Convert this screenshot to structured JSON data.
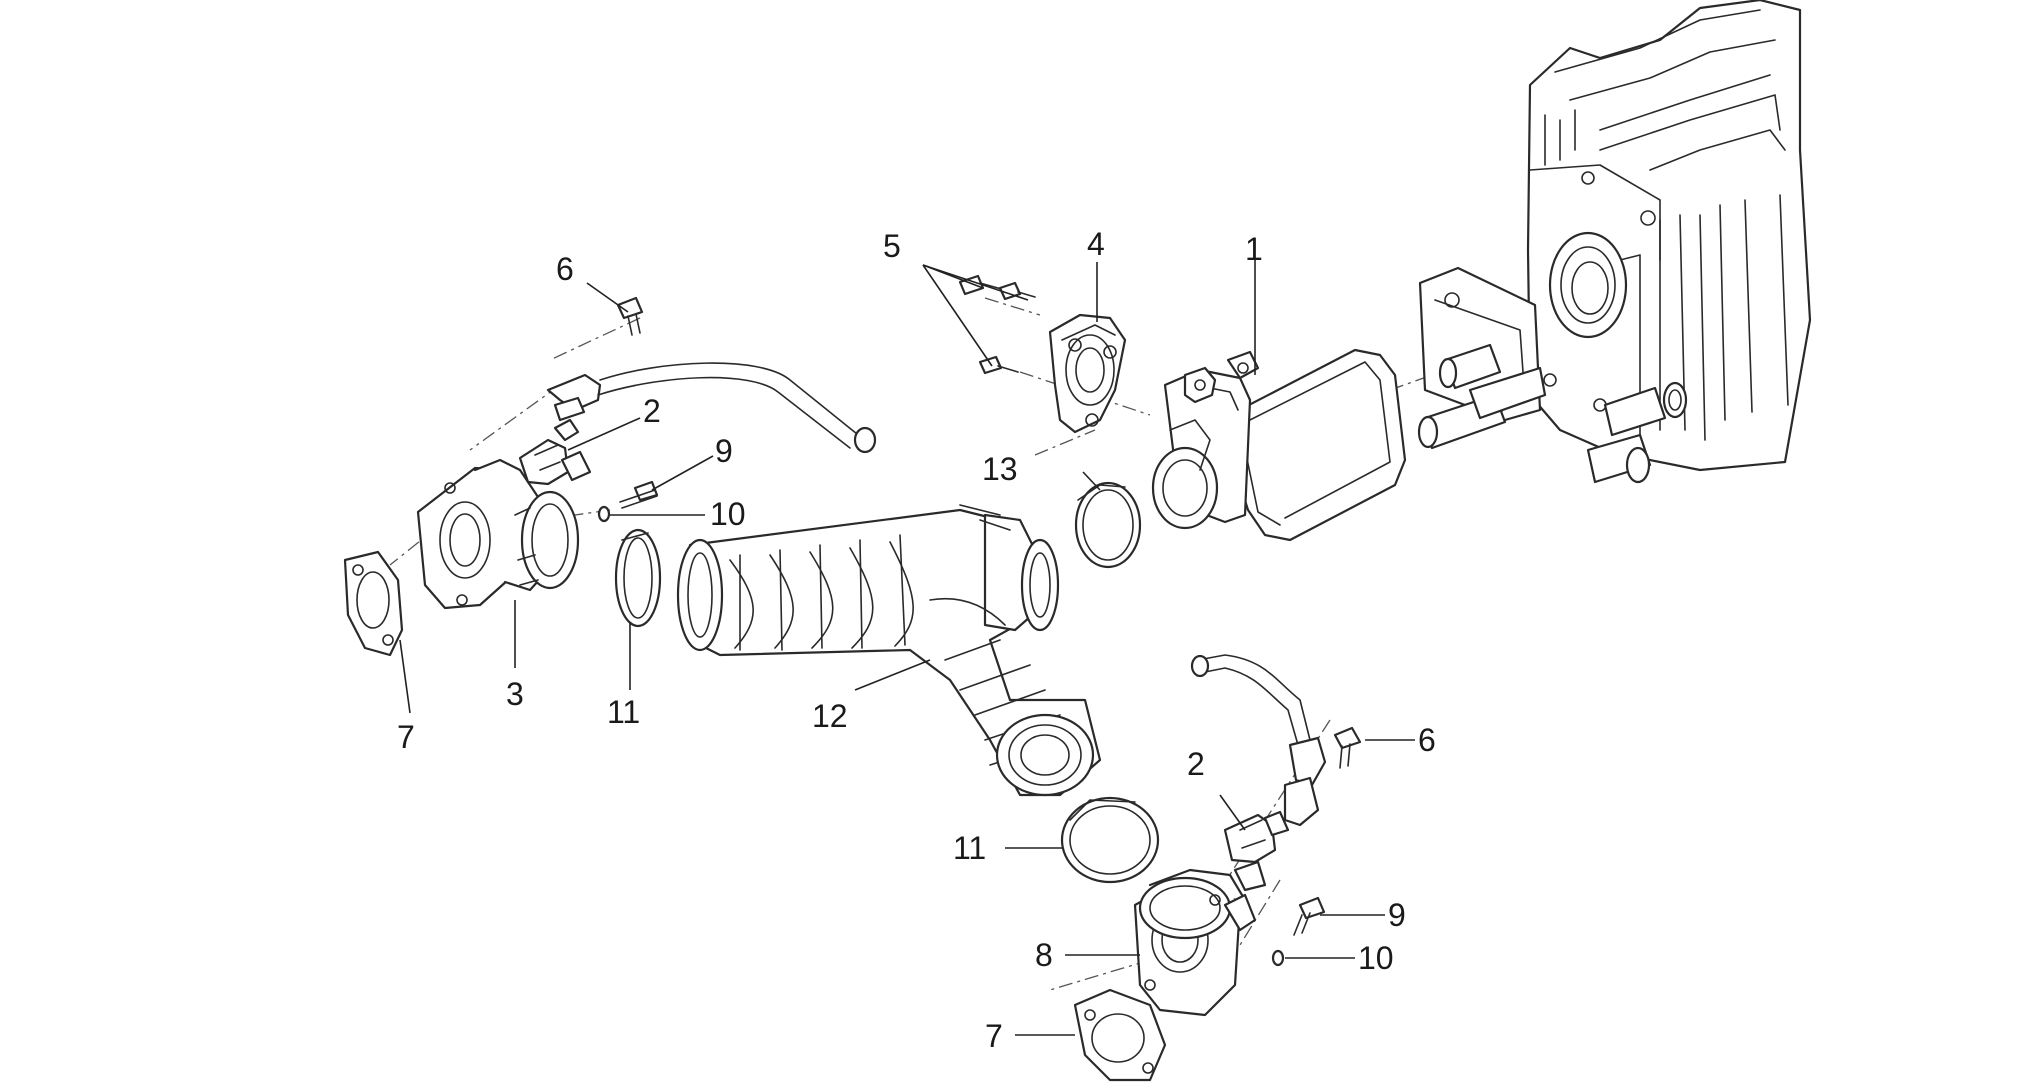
{
  "diagram": {
    "background": "#ffffff",
    "line_color": "#2a2a2a",
    "callouts": [
      {
        "id": "c1",
        "text": "1"
      },
      {
        "id": "c2a",
        "text": "2"
      },
      {
        "id": "c2b",
        "text": "2"
      },
      {
        "id": "c3",
        "text": "3"
      },
      {
        "id": "c4",
        "text": "4"
      },
      {
        "id": "c5",
        "text": "5"
      },
      {
        "id": "c6a",
        "text": "6"
      },
      {
        "id": "c6b",
        "text": "6"
      },
      {
        "id": "c7a",
        "text": "7"
      },
      {
        "id": "c7b",
        "text": "7"
      },
      {
        "id": "c8",
        "text": "8"
      },
      {
        "id": "c9a",
        "text": "9"
      },
      {
        "id": "c9b",
        "text": "9"
      },
      {
        "id": "c10a",
        "text": "10"
      },
      {
        "id": "c10b",
        "text": "10"
      },
      {
        "id": "c11a",
        "text": "11"
      },
      {
        "id": "c11b",
        "text": "11"
      },
      {
        "id": "c12",
        "text": "12"
      },
      {
        "id": "c13",
        "text": "13"
      }
    ]
  }
}
